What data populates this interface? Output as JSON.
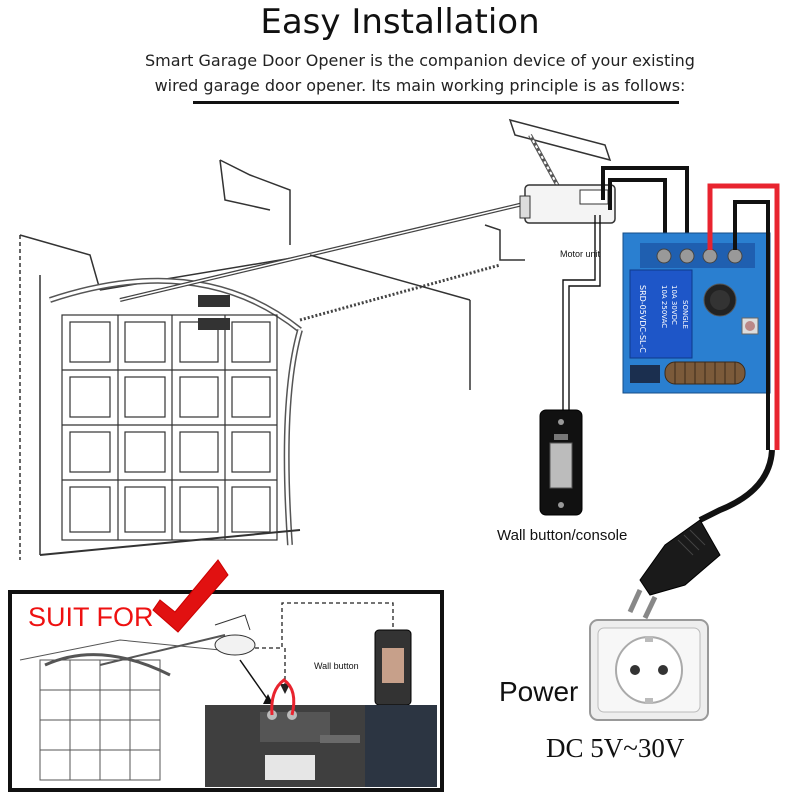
{
  "title": "Easy Installation",
  "description": [
    "Smart Garage Door Opener is the companion device of your existing",
    "wired garage door opener. Its main working principle is as follows:"
  ],
  "labels": {
    "motor_unit": "Motor unit",
    "wall_button_console": "Wall button/console",
    "power": "Power",
    "voltage": "DC 5V~30V",
    "suit_for": "SUIT FOR",
    "inset_wall_button": "Wall button"
  },
  "relay_markings": [
    "10A 250VAC",
    "10A 30VDC",
    "SRD-05VDC-SL-C",
    "SONGLE"
  ],
  "colors": {
    "wire_black": "#111111",
    "wire_red": "#e8242f",
    "relay_board": "#2a7fd0",
    "relay_blue": "#1e56c8",
    "check_mark": "#e11111",
    "suit_for_text": "#e11111"
  },
  "icons": [
    "check-mark-icon",
    "power-socket-icon",
    "power-plug-icon"
  ]
}
